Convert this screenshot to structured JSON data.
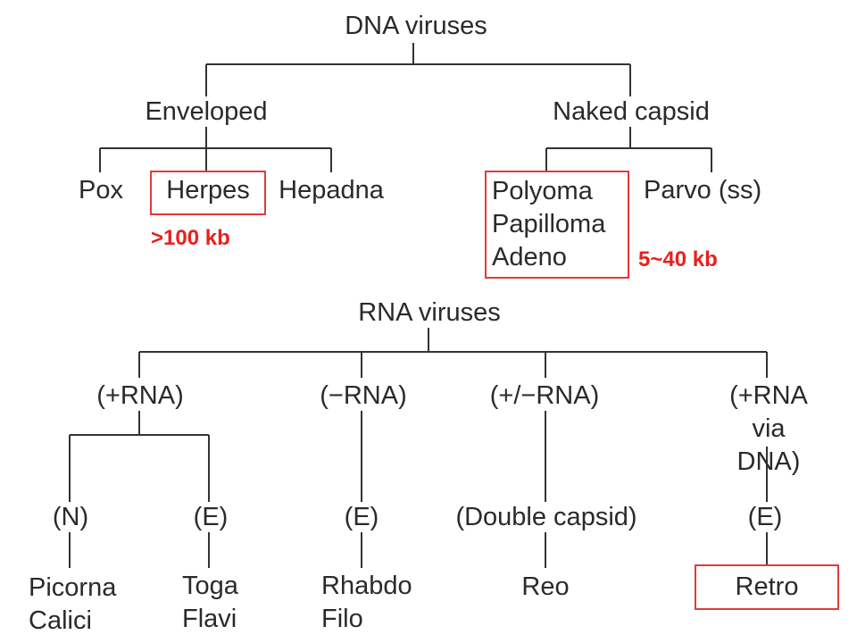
{
  "dna": {
    "root": "DNA viruses",
    "enveloped": {
      "label": "Enveloped",
      "children": [
        "Pox",
        "Herpes",
        "Hepadna"
      ]
    },
    "naked": {
      "label": "Naked capsid",
      "group": "Polyoma\nPapilloma\nAdeno",
      "parvo": "Parvo (ss)"
    },
    "annotations": {
      "large": ">100 kb",
      "small": "5~40 kb"
    }
  },
  "rna": {
    "root": "RNA viruses",
    "plus": {
      "label": "(+RNA)",
      "n": {
        "label": "(N)",
        "members": "Picorna\nCalici"
      },
      "e": {
        "label": "(E)",
        "members": "Toga\nFlavi"
      }
    },
    "minus": {
      "label": "(−RNA)",
      "e": "(E)",
      "members": "Rhabdo\nFilo"
    },
    "double": {
      "label": "(+/−RNA)",
      "capsid": "(Double capsid)",
      "members": "Reo"
    },
    "retro": {
      "label": "(+RNA\nvia DNA)",
      "e": "(E)",
      "members": "Retro"
    }
  },
  "colors": {
    "text": "#2a2a2a",
    "line": "#333333",
    "highlight": "#e8201c"
  }
}
